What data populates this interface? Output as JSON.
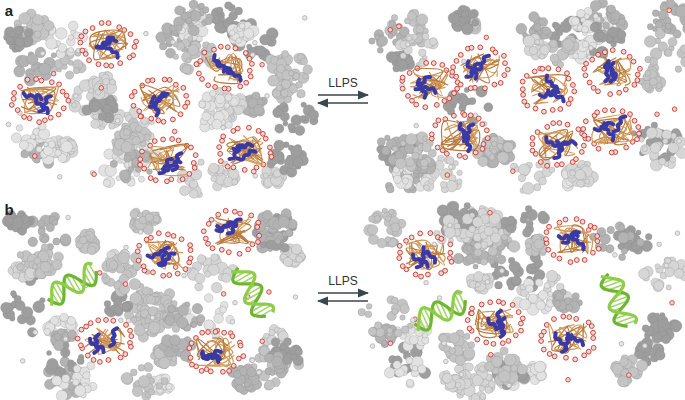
{
  "diagram": {
    "labels": [
      "a",
      "LLPS",
      "b",
      "LLPS"
    ]
  }
}
